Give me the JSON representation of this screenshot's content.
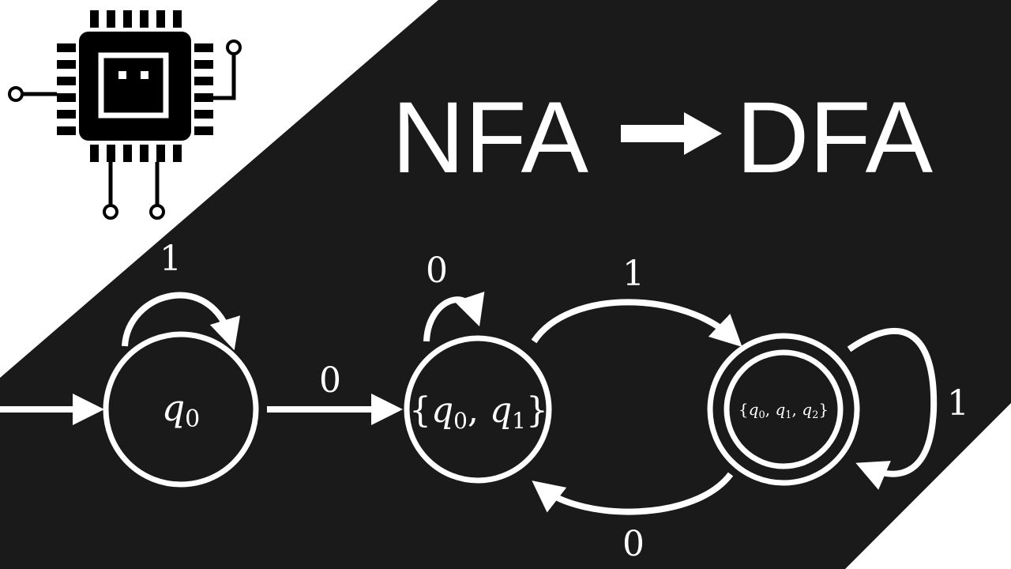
{
  "title": {
    "left": "NFA",
    "right": "DFA",
    "arrow_icon": "right-arrow-icon"
  },
  "logo": {
    "icon": "cpu-chip-icon"
  },
  "colors": {
    "background_dark": "#1a1a1a",
    "background_light": "#ffffff",
    "ink": "#ffffff",
    "logo_ink": "#000000"
  },
  "states": [
    {
      "id": "q0",
      "name": "q",
      "sub": "0",
      "start": true,
      "accepting": false
    },
    {
      "id": "q0q1",
      "open": "{",
      "close": "}",
      "parts": [
        {
          "name": "q",
          "sub": "0"
        },
        {
          "name": "q",
          "sub": "1"
        }
      ],
      "accepting": false
    },
    {
      "id": "q0q1q2",
      "open": "{",
      "close": "}",
      "parts": [
        {
          "name": "q",
          "sub": "0"
        },
        {
          "name": "q",
          "sub": "1"
        },
        {
          "name": "q",
          "sub": "2"
        }
      ],
      "accepting": true
    }
  ],
  "transitions": [
    {
      "from": "q0",
      "to": "q0",
      "symbol": "1"
    },
    {
      "from": "q0",
      "to": "q0q1",
      "symbol": "0"
    },
    {
      "from": "q0q1",
      "to": "q0q1",
      "symbol": "0"
    },
    {
      "from": "q0q1",
      "to": "q0q1q2",
      "symbol": "1"
    },
    {
      "from": "q0q1q2",
      "to": "q0q1q2",
      "symbol": "1"
    },
    {
      "from": "q0q1q2",
      "to": "q0q1",
      "symbol": "0"
    }
  ]
}
